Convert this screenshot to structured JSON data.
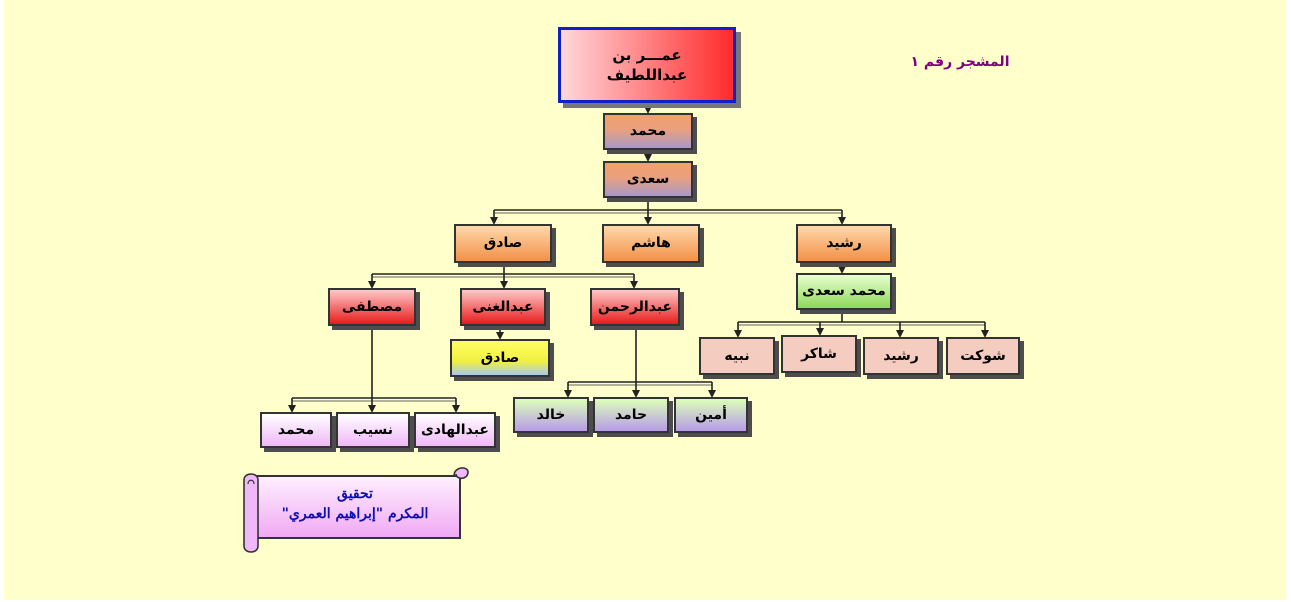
{
  "title": "المشجر رقم ١",
  "credit": {
    "line1": "تحقيق",
    "line2": "المكرم \"إبراهيم العمري\""
  },
  "nodes": {
    "root": "عمـــر بن\nعبداللطيف",
    "muhammad1": "محمد",
    "saadi": "سعدى",
    "rashid1": "رشيد",
    "hashim": "هاشم",
    "sadiq1": "صادق",
    "muhammad_saadi": "محمد سعدى",
    "shawkat": "شوكت",
    "rashid2": "رشيد",
    "shakir": "شاكر",
    "nabih": "نبيه",
    "abdulrahman": "عبدالرحمن",
    "abdulghani": "عبدالغنى",
    "mustafa": "مصطفى",
    "sadiq2": "صادق",
    "amin": "أمين",
    "hamid": "حامد",
    "khalid": "خالد",
    "abdulhadi": "عبدالهادى",
    "nasib": "نسيب",
    "muhammad2": "محمد"
  },
  "colors": {
    "background": "#ffffcc",
    "root_border": "#1020c8",
    "title": "#800080",
    "credit": "#1010b0"
  }
}
